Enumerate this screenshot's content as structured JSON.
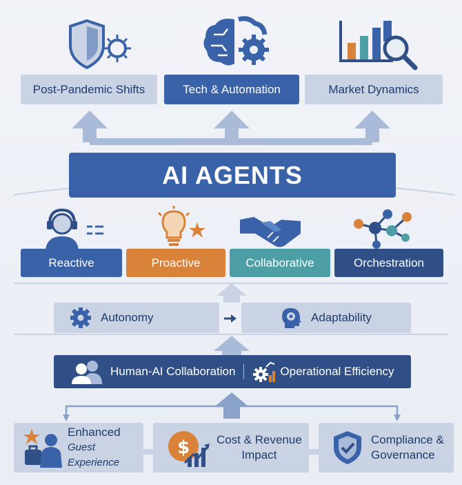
{
  "drivers": [
    {
      "label": "Post-Pandemic Shifts",
      "icon": "shield-virus-icon"
    },
    {
      "label": "Tech & Automation",
      "icon": "brain-gear-icon"
    },
    {
      "label": "Market Dynamics",
      "icon": "bar-chart-magnifier-icon"
    }
  ],
  "title": "AI AGENTS",
  "agent_types": [
    {
      "label": "Reactive",
      "icon": "headset-agent-icon",
      "color": "#3a62a8"
    },
    {
      "label": "Proactive",
      "icon": "lightbulb-star-icon",
      "color": "#d9823a"
    },
    {
      "label": "Collaborative",
      "icon": "handshake-icon",
      "color": "#4e9ea6"
    },
    {
      "label": "Orchestration",
      "icon": "network-nodes-icon",
      "color": "#2f4f86"
    }
  ],
  "capabilities": {
    "left": "Autonomy",
    "right": "Adaptability"
  },
  "enablers": {
    "left": "Human-AI Collaboration",
    "right": "Operational Efficiency"
  },
  "outcomes": [
    {
      "line1": "Enhanced",
      "line2": "Guest Experience",
      "icon": "guest-luggage-icon"
    },
    {
      "line1": "Cost & Revenue",
      "line2": "Impact",
      "icon": "dollar-growth-icon"
    },
    {
      "line1": "Compliance &",
      "line2": "Governance",
      "icon": "shield-check-icon"
    }
  ],
  "colors": {
    "primary_blue": "#3a62a8",
    "orange": "#d9823a",
    "teal": "#4e9ea6",
    "navy": "#2f4f86",
    "light_box": "#c9d3e4"
  }
}
